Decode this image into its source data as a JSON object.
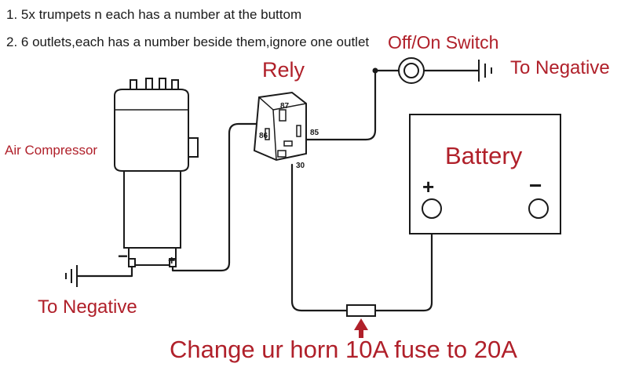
{
  "notes": {
    "line1": "1. 5x trumpets n each has a number at the buttom",
    "line2": "2. 6 outlets,each has a number beside them,ignore one outlet"
  },
  "labels": {
    "switch": "Off/On Switch",
    "switch_negative": "To Negative",
    "relay": "Rely",
    "compressor": "Air Compressor",
    "compressor_negative": "To Negative",
    "battery": "Battery",
    "battery_plus": "+",
    "battery_minus": "−",
    "compressor_minus": "−",
    "compressor_plus": "+",
    "fuse_note": "Change ur horn 10A fuse to 20A"
  },
  "relay_pins": {
    "p87": "87",
    "p86": "86",
    "p85": "85",
    "p30": "30"
  },
  "colors": {
    "label_red": "#b0202a",
    "ink": "#1a1a1a"
  }
}
